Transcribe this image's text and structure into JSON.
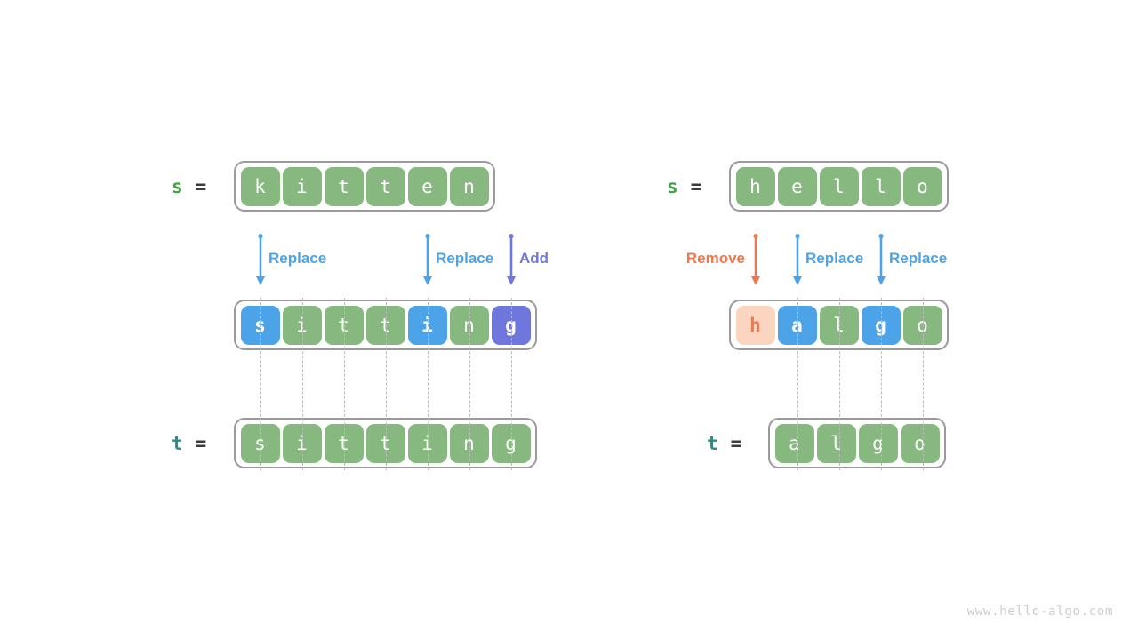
{
  "watermark": "www.hello-algo.com",
  "colors": {
    "green": "#86b87f",
    "blue": "#4da3e8",
    "purple": "#6f76dc",
    "orange": "#f2784b",
    "peach_fill": "#fbd5c0",
    "box_border": "#9a9a9a",
    "dotted_line": "#b9b9b9",
    "label_s": "#41a24a",
    "label_t": "#2e8b87",
    "equals": "#3c3c3c",
    "watermark": "#cfcfcf"
  },
  "diagrams": [
    {
      "id": "kitten-sitting",
      "source_row": {
        "label_name": "s",
        "label_color": "#41a24a",
        "equals": "=",
        "cells": [
          {
            "char": "k",
            "style": "green"
          },
          {
            "char": "i",
            "style": "green"
          },
          {
            "char": "t",
            "style": "green"
          },
          {
            "char": "t",
            "style": "green"
          },
          {
            "char": "e",
            "style": "green"
          },
          {
            "char": "n",
            "style": "green"
          }
        ]
      },
      "operations": [
        {
          "label": "Replace",
          "color": "#4da3e8",
          "target_index": 0
        },
        {
          "label": "Replace",
          "color": "#4da3e8",
          "target_index": 4
        },
        {
          "label": "Add",
          "color": "#6f76dc",
          "target_index": 6
        }
      ],
      "result_row": {
        "cells": [
          {
            "char": "s",
            "style": "blue"
          },
          {
            "char": "i",
            "style": "green"
          },
          {
            "char": "t",
            "style": "green"
          },
          {
            "char": "t",
            "style": "green"
          },
          {
            "char": "i",
            "style": "blue"
          },
          {
            "char": "n",
            "style": "green"
          },
          {
            "char": "g",
            "style": "purple"
          }
        ]
      },
      "target_row": {
        "label_name": "t",
        "label_color": "#2e8b87",
        "equals": "=",
        "cells": [
          {
            "char": "s",
            "style": "green"
          },
          {
            "char": "i",
            "style": "green"
          },
          {
            "char": "t",
            "style": "green"
          },
          {
            "char": "t",
            "style": "green"
          },
          {
            "char": "i",
            "style": "green"
          },
          {
            "char": "n",
            "style": "green"
          },
          {
            "char": "g",
            "style": "green"
          }
        ]
      },
      "connector_indices": [
        0,
        1,
        2,
        3,
        4,
        5,
        6
      ]
    },
    {
      "id": "hello-algo",
      "source_row": {
        "label_name": "s",
        "label_color": "#41a24a",
        "equals": "=",
        "cells": [
          {
            "char": "h",
            "style": "green"
          },
          {
            "char": "e",
            "style": "green"
          },
          {
            "char": "l",
            "style": "green"
          },
          {
            "char": "l",
            "style": "green"
          },
          {
            "char": "o",
            "style": "green"
          }
        ]
      },
      "operations": [
        {
          "label": "Remove",
          "color": "#f2784b",
          "target_index": 0
        },
        {
          "label": "Replace",
          "color": "#4da3e8",
          "target_index": 1
        },
        {
          "label": "Replace",
          "color": "#4da3e8",
          "target_index": 3
        }
      ],
      "result_row": {
        "cells": [
          {
            "char": "h",
            "style": "peach"
          },
          {
            "char": "a",
            "style": "blue"
          },
          {
            "char": "l",
            "style": "green"
          },
          {
            "char": "g",
            "style": "blue"
          },
          {
            "char": "o",
            "style": "green"
          }
        ]
      },
      "target_row": {
        "label_name": "t",
        "label_color": "#2e8b87",
        "equals": "=",
        "cells": [
          {
            "char": "a",
            "style": "green"
          },
          {
            "char": "l",
            "style": "green"
          },
          {
            "char": "g",
            "style": "green"
          },
          {
            "char": "o",
            "style": "green"
          }
        ]
      },
      "connector_indices": [
        1,
        2,
        3,
        4
      ]
    }
  ]
}
